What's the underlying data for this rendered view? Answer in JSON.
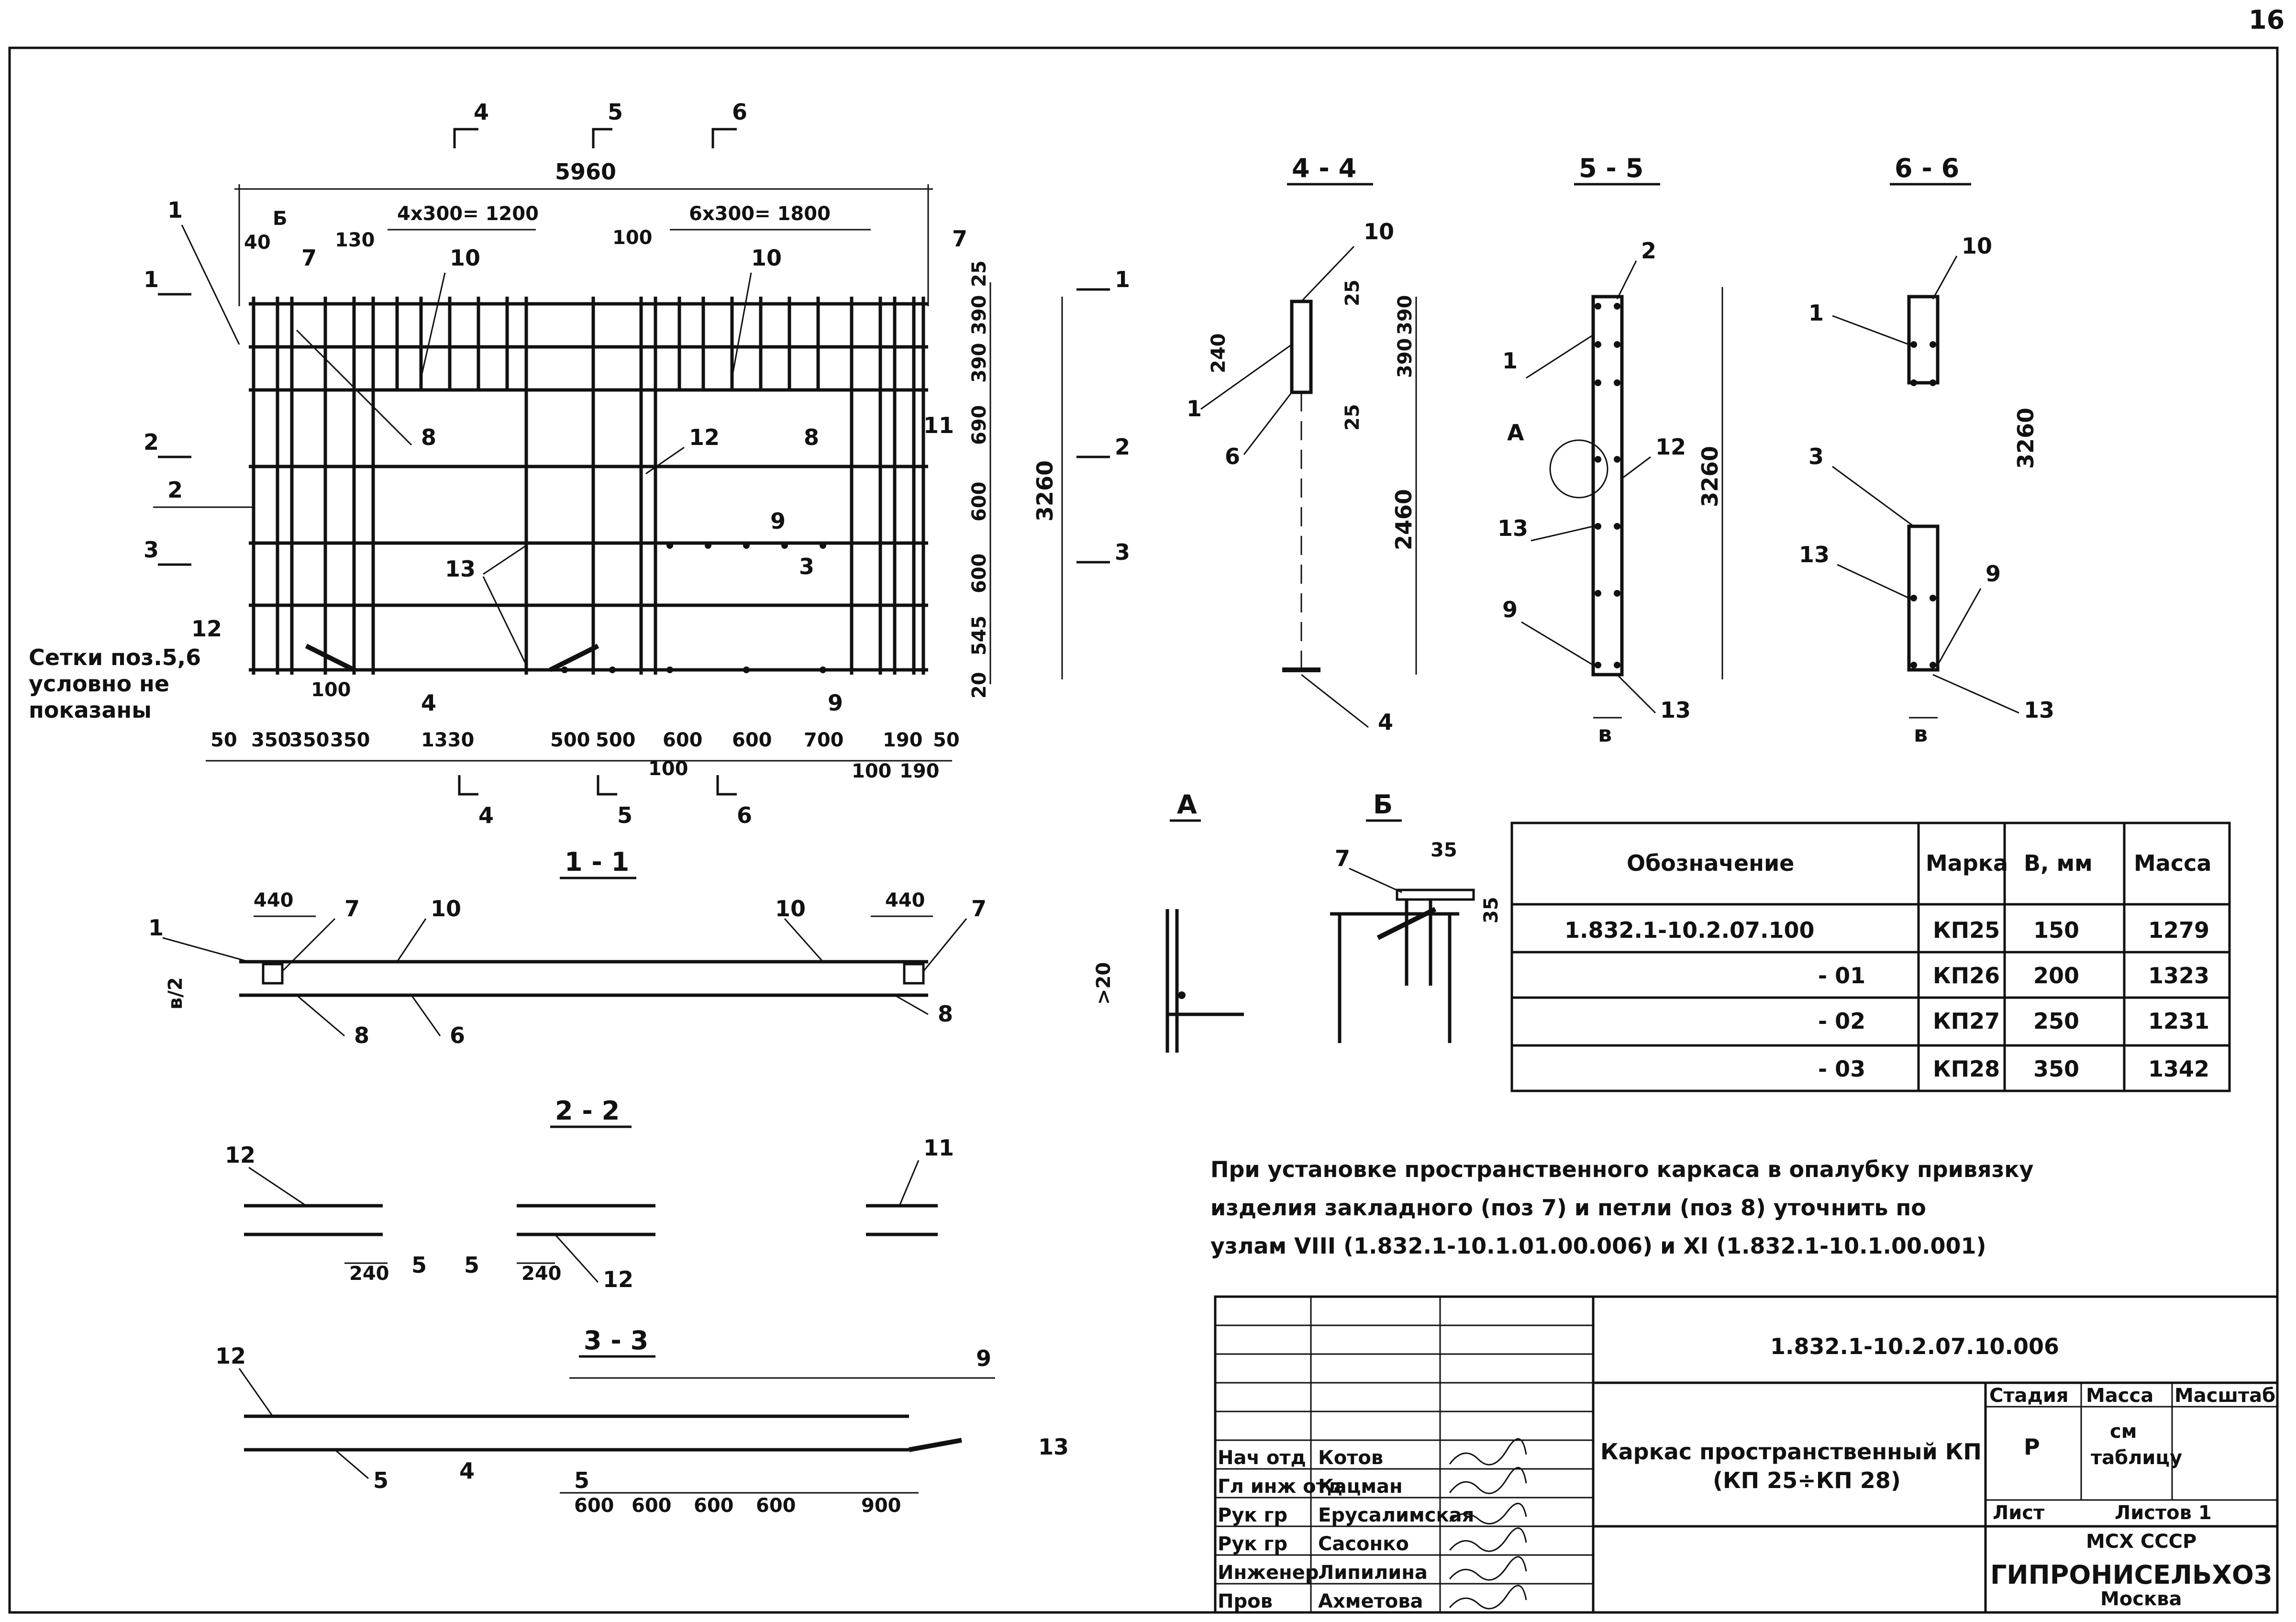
{
  "page_number": "16",
  "plan": {
    "section_marks_top": [
      "4",
      "5",
      "6"
    ],
    "section_marks_bottom": [
      "4",
      "5",
      "6"
    ],
    "section_marks_left": [
      "1",
      "2",
      "3"
    ],
    "section_marks_right": [
      "1",
      "2",
      "3"
    ],
    "overall_width": "5960",
    "top_dims": [
      "4x300= 1200",
      "6x300= 1800"
    ],
    "small_dims": [
      "40",
      "Б",
      "130",
      "100"
    ],
    "right_dims": [
      "25",
      "390",
      "390",
      "690",
      "600",
      "600",
      "545",
      "20"
    ],
    "overall_height": "3260",
    "bottom_dims": [
      "50",
      "350",
      "350",
      "350",
      "1330",
      "500",
      "500",
      "600",
      "600",
      "700",
      "190",
      "50"
    ],
    "bottom_dims_2": [
      "100",
      "100",
      "190"
    ],
    "note_100": "100",
    "positions": [
      "1",
      "7",
      "10",
      "10",
      "7",
      "8",
      "12",
      "8",
      "11",
      "2",
      "9",
      "3",
      "13",
      "12",
      "4",
      "9"
    ],
    "note_lines": [
      "Сетки поз.5,6",
      "условно не",
      "показаны"
    ]
  },
  "sections": {
    "s44": {
      "title": "4 - 4",
      "dims": [
        "25",
        "390",
        "390",
        "25",
        "2460",
        "240"
      ],
      "labels": [
        "10",
        "1",
        "6",
        "4"
      ]
    },
    "s55": {
      "title": "5 - 5",
      "dims": [
        "3260",
        "в"
      ],
      "labels": [
        "2",
        "1",
        "А",
        "12",
        "13",
        "9",
        "13"
      ]
    },
    "s66": {
      "title": "6 - 6",
      "dims": [
        "3260",
        "в"
      ],
      "labels": [
        "10",
        "1",
        "3",
        "13",
        "9",
        "13"
      ]
    },
    "s11": {
      "title": "1 - 1",
      "dims": [
        "440",
        "440",
        "в/2"
      ],
      "labels": [
        "1",
        "7",
        "10",
        "10",
        "7",
        "8",
        "6",
        "8"
      ]
    },
    "s22": {
      "title": "2 - 2",
      "dims": [
        "240",
        "240"
      ],
      "labels": [
        "12",
        "5",
        "5",
        "12",
        "11"
      ]
    },
    "s33": {
      "title": "3 - 3",
      "dims": [
        "600",
        "600",
        "600",
        "600",
        "900"
      ],
      "labels": [
        "12",
        "9",
        "5",
        "4",
        "5",
        "13"
      ]
    },
    "nodeA": {
      "title": "А",
      "dim": ">20"
    },
    "nodeB": {
      "title": "Б",
      "dims": [
        "35",
        "35"
      ],
      "label": "7"
    }
  },
  "spec_table": {
    "headers": [
      "Обозначение",
      "Марка",
      "В, мм",
      "Масса"
    ],
    "rows": [
      [
        "1.832.1-10.2.07.100",
        "КП25",
        "150",
        "1279"
      ],
      [
        "- 01",
        "КП26",
        "200",
        "1323"
      ],
      [
        "- 02",
        "КП27",
        "250",
        "1231"
      ],
      [
        "- 03",
        "КП28",
        "350",
        "1342"
      ]
    ]
  },
  "note": {
    "lines": [
      "При установке пространственного каркаса в опалубку привязку",
      "изделия закладного (поз 7) и петли (поз 8) уточнить по",
      "узлам VIII (1.832.1-10.1.01.00.006) и XI (1.832.1-10.1.00.001)"
    ]
  },
  "title_block": {
    "doc_code": "1.832.1-10.2.07.10.006",
    "doc_title": [
      "Каркас пространственный КП",
      "(КП 25÷КП 28)"
    ],
    "stage_label": "Стадия",
    "mass_label": "Масса",
    "scale_label": "Масштаб",
    "stage_value": "Р",
    "mass_value": [
      "см",
      "таблицу"
    ],
    "sheet_label": "Лист",
    "sheets_label": "Листов 1",
    "org": [
      "МСХ СССР",
      "ГИПРОНИСЕЛЬХОЗ",
      "Москва"
    ],
    "staff": [
      {
        "role": "Нач отд",
        "name": "Котов"
      },
      {
        "role": "Гл инж отд",
        "name": "Кацман"
      },
      {
        "role": "Рук гр",
        "name": "Ерусалимская"
      },
      {
        "role": "Рук гр",
        "name": "Сасонко"
      },
      {
        "role": "Инженер",
        "name": "Липилина"
      },
      {
        "role": "Пров",
        "name": "Ахметова"
      }
    ]
  }
}
